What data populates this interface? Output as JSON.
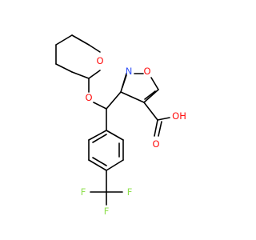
{
  "structure": {
    "atoms": {
      "ring_oxygen_thp": {
        "text": "O",
        "color": "#ff0d0d"
      },
      "ether_oxygen": {
        "text": "O",
        "color": "#ff0d0d"
      },
      "isoxazole_n": {
        "text": "N",
        "color": "#3050f8"
      },
      "isoxazole_o": {
        "text": "O",
        "color": "#ff0d0d"
      },
      "carbonyl_oxygen": {
        "text": "O",
        "color": "#ff0d0d"
      },
      "hydroxyl": {
        "text": "OH",
        "color": "#ff0d0d"
      },
      "fluorine_left": {
        "text": "F",
        "color": "#90e050"
      },
      "fluorine_right": {
        "text": "F",
        "color": "#90e050"
      },
      "fluorine_bottom": {
        "text": "F",
        "color": "#90e050"
      }
    },
    "bond_color": "#000000"
  }
}
